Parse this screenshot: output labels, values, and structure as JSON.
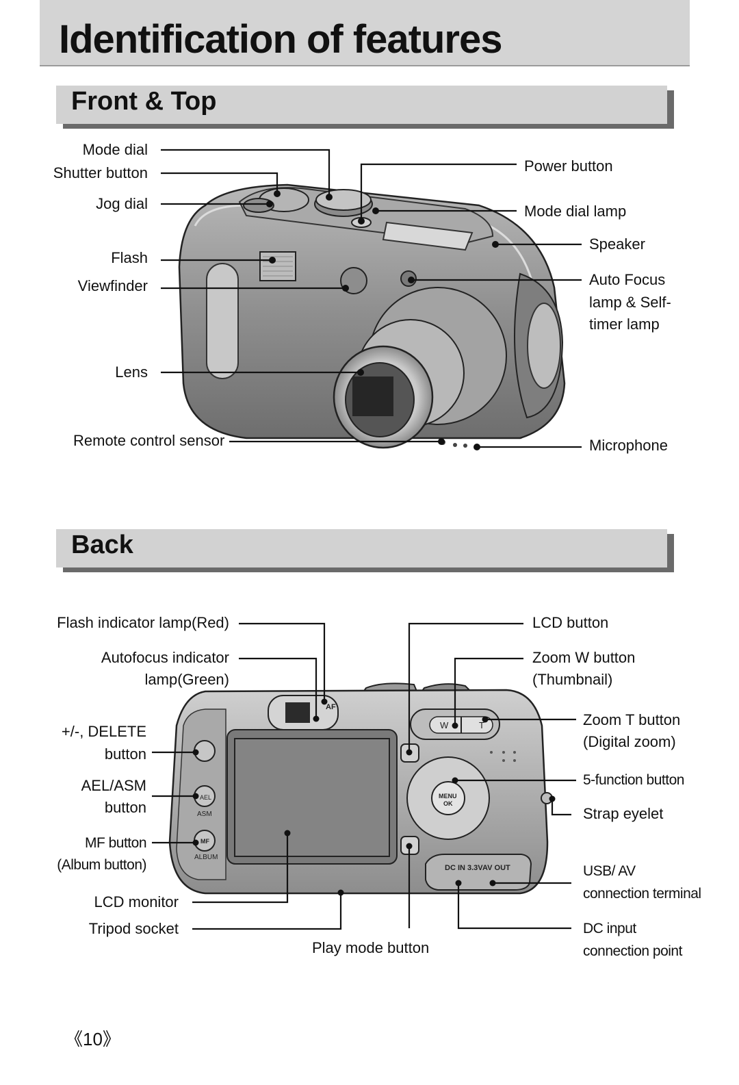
{
  "page": {
    "title": "Identification of features",
    "page_number": "《10》"
  },
  "front_top": {
    "heading": "Front & Top",
    "labels": {
      "mode_dial": "Mode dial",
      "shutter_button": "Shutter button",
      "jog_dial": "Jog dial",
      "flash": "Flash",
      "viewfinder": "Viewfinder",
      "lens": "Lens",
      "remote_control_sensor": "Remote control sensor",
      "power_button": "Power button",
      "mode_dial_lamp": "Mode dial lamp",
      "speaker": "Speaker",
      "auto_focus_1": "Auto Focus",
      "auto_focus_2": "lamp & Self-",
      "auto_focus_3": "timer lamp",
      "microphone": "Microphone"
    }
  },
  "back": {
    "heading": "Back",
    "labels": {
      "flash_indicator": "Flash indicator lamp(Red)",
      "af_indicator_1": "Autofocus indicator",
      "af_indicator_2": "lamp(Green)",
      "delete_1": "+/-, DELETE",
      "delete_2": "button",
      "ael_1": "AEL/ASM",
      "ael_2": "button",
      "mf_1": "MF button",
      "mf_2": "(Album button)",
      "lcd_monitor": "LCD monitor",
      "tripod_socket": "Tripod socket",
      "play_mode_button": "Play mode button",
      "lcd_button": "LCD button",
      "zoom_w_1": "Zoom W button",
      "zoom_w_2": "(Thumbnail)",
      "zoom_t_1": "Zoom T button",
      "zoom_t_2": "(Digital zoom)",
      "five_function": "5-function button",
      "strap_eyelet": "Strap eyelet",
      "usb_av_1": "USB/ AV",
      "usb_av_2": "connection terminal",
      "dc_input_1": "DC input",
      "dc_input_2": "connection point"
    },
    "camera_markings": {
      "af": "AF",
      "ael": "AEL",
      "asm": "ASM",
      "mf": "MF",
      "album": "ALBUM",
      "menu": "MENU",
      "ok": "OK",
      "w": "W",
      "t": "T",
      "dc_in": "DC IN 3.3V",
      "av_out": "AV OUT"
    }
  },
  "colors": {
    "section_bg": "#d2d2d2",
    "title_bg": "#d4d4d4",
    "camera_body": "#9a9a9a"
  }
}
